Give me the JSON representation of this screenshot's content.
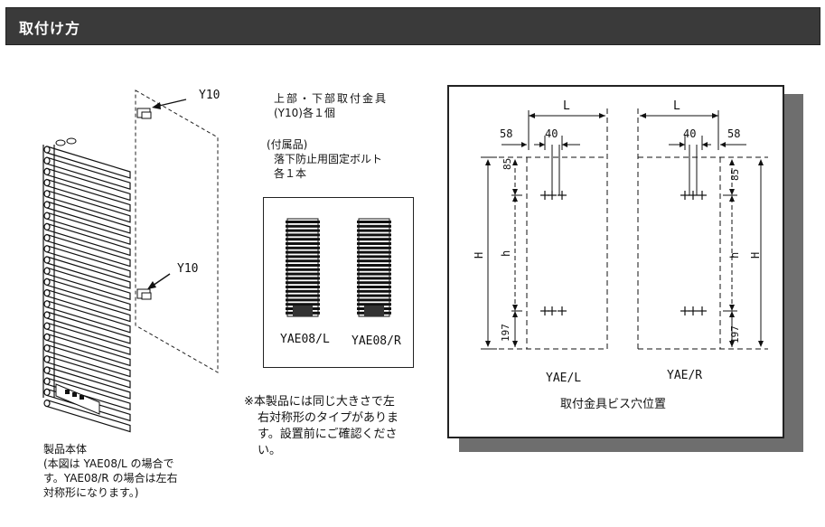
{
  "header": {
    "title": "取付け方"
  },
  "left": {
    "callout_upper": "Y10",
    "callout_lower": "Y10",
    "caption_title": "製品本体",
    "caption_l1": "(本図は YAE08/L の場合で",
    "caption_l2": "す。YAE08/R の場合は左右",
    "caption_l3": "対称形になります。)"
  },
  "middle": {
    "bracket_l1": "上部・下部取付金具",
    "bracket_l2": "(Y10)各１個",
    "acc_l1": "(付属品)",
    "acc_l2": "落下防止用固定ボルト",
    "acc_l3": "各１本",
    "thumb_left_label": "YAE08/L",
    "thumb_right_label": "YAE08/R",
    "note_l1": "※本製品には同じ大きさで左",
    "note_l2": "右対称形のタイプがありま",
    "note_l3": "す。設置前にご確認くださ",
    "note_l4": "い。"
  },
  "diagram": {
    "label_L_left": "L",
    "label_L_right": "L",
    "dim_58_left": "58",
    "dim_40_left": "40",
    "dim_40_right": "40",
    "dim_58_right": "58",
    "dim_85_left": "85",
    "dim_85_right": "85",
    "label_H_left": "H",
    "label_h_left": "h",
    "label_h_right": "h",
    "label_H_right": "H",
    "dim_197_left": "197",
    "dim_197_right": "197",
    "type_left": "YAE/L",
    "type_right": "YAE/R",
    "caption": "取付金具ビス穴位置"
  }
}
